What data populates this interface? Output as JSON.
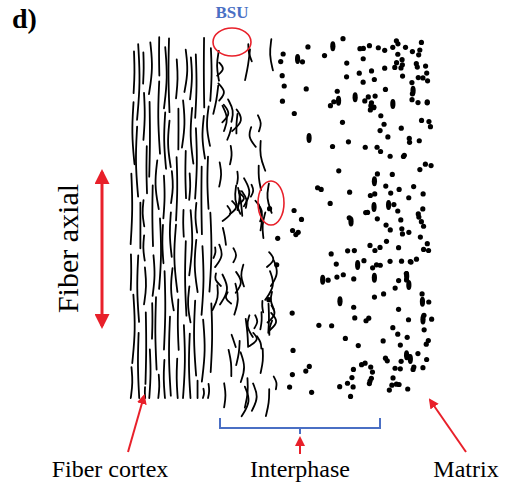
{
  "diagram": {
    "labels": [
      "d)",
      "BSU",
      "Fiber axial",
      "Fiber cortex",
      "Interphase",
      "Matrix"
    ]
  }
}
